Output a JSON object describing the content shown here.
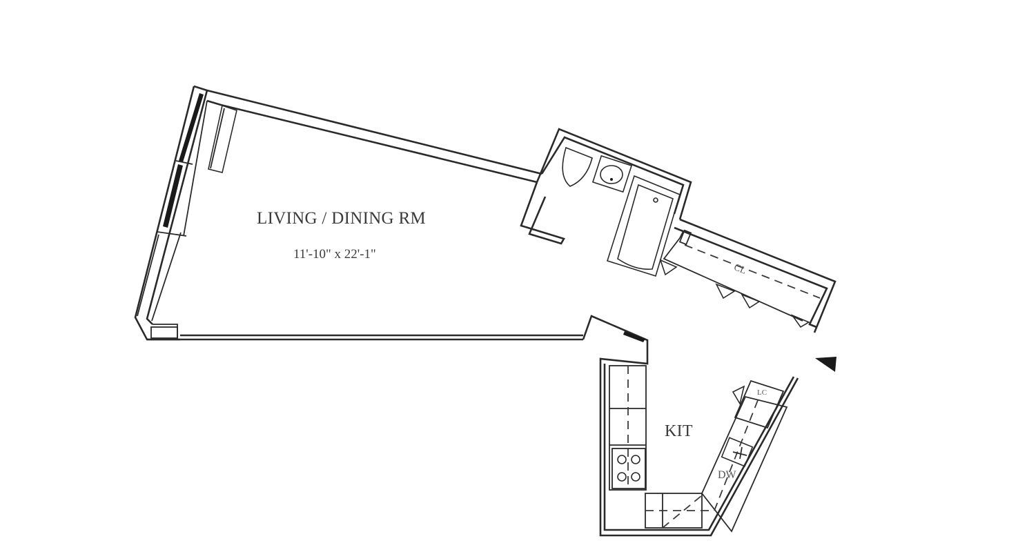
{
  "floorplan": {
    "rooms": {
      "living": {
        "name": "LIVING / DINING RM",
        "dimensions": "11'-10\" x 22'-1\""
      },
      "kitchen": {
        "name": "KIT"
      },
      "closet": {
        "name": "CL"
      },
      "dishwasher": {
        "name": "DW"
      },
      "linen": {
        "name": "LC"
      }
    },
    "colors": {
      "line": "#2a2a2a",
      "background": "#ffffff"
    },
    "entry_marker": "entry-arrow"
  }
}
